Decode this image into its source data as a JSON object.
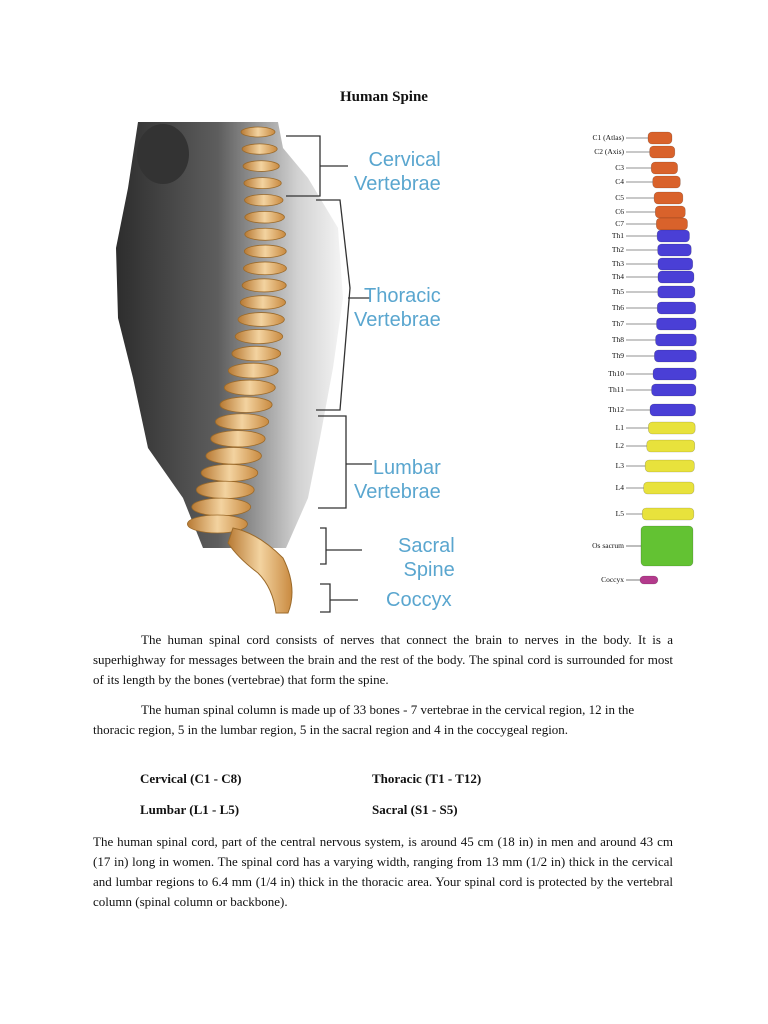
{
  "title": "Human Spine",
  "left_figure": {
    "labels": [
      {
        "line1": "Cervical",
        "line2": "Vertebrae"
      },
      {
        "line1": "Thoracic",
        "line2": "Vertebrae"
      },
      {
        "line1": "Lumbar",
        "line2": "Vertebrae"
      },
      {
        "line1": "Sacral",
        "line2": "Spine"
      },
      {
        "line1": "Coccyx"
      }
    ]
  },
  "right_figure": {
    "labels": [
      "C1 (Atlas)",
      "C2 (Axis)",
      "C3",
      "C4",
      "C5",
      "C6",
      "C7",
      "Th1",
      "Th2",
      "Th3",
      "Th4",
      "Th5",
      "Th6",
      "Th7",
      "Th8",
      "Th9",
      "Th10",
      "Th11",
      "Th12",
      "L1",
      "L2",
      "L3",
      "L4",
      "L5",
      "Os sacrum",
      "Coccyx"
    ],
    "colors": {
      "cervical": "#d9622b",
      "thoracic": "#4a3fd6",
      "lumbar": "#e8e23c",
      "sacrum": "#63c233",
      "coccyx": "#b33a8c"
    }
  },
  "body": {
    "p1": "The human spinal cord consists of nerves that connect the brain to nerves in the body. It is a superhighway for messages between the brain and the rest of the body. The spinal cord is surrounded for most of its length by the bones (vertebrae) that form the spine.",
    "p2": "The human spinal column is made up of 33 bones - 7 vertebrae in the cervical region, 12 in the thoracic region, 5 in the lumbar region, 5 in the sacral region and 4 in the coccygeal region.",
    "regions": [
      "Cervical (C1 - C8)",
      "Thoracic (T1 - T12)",
      "Lumbar (L1 - L5)",
      "Sacral (S1 - S5)"
    ],
    "p3": "The human spinal cord, part of the central nervous system, is around 45 cm (18 in) in men and around 43 cm (17 in) long in women. The spinal cord has a varying width, ranging from 13 mm (1/2 in) thick in the cervical and lumbar regions to 6.4 mm (1/4 in) thick in the thoracic area. Your spinal cord is protected by the vertebral column (spinal column or backbone)."
  }
}
